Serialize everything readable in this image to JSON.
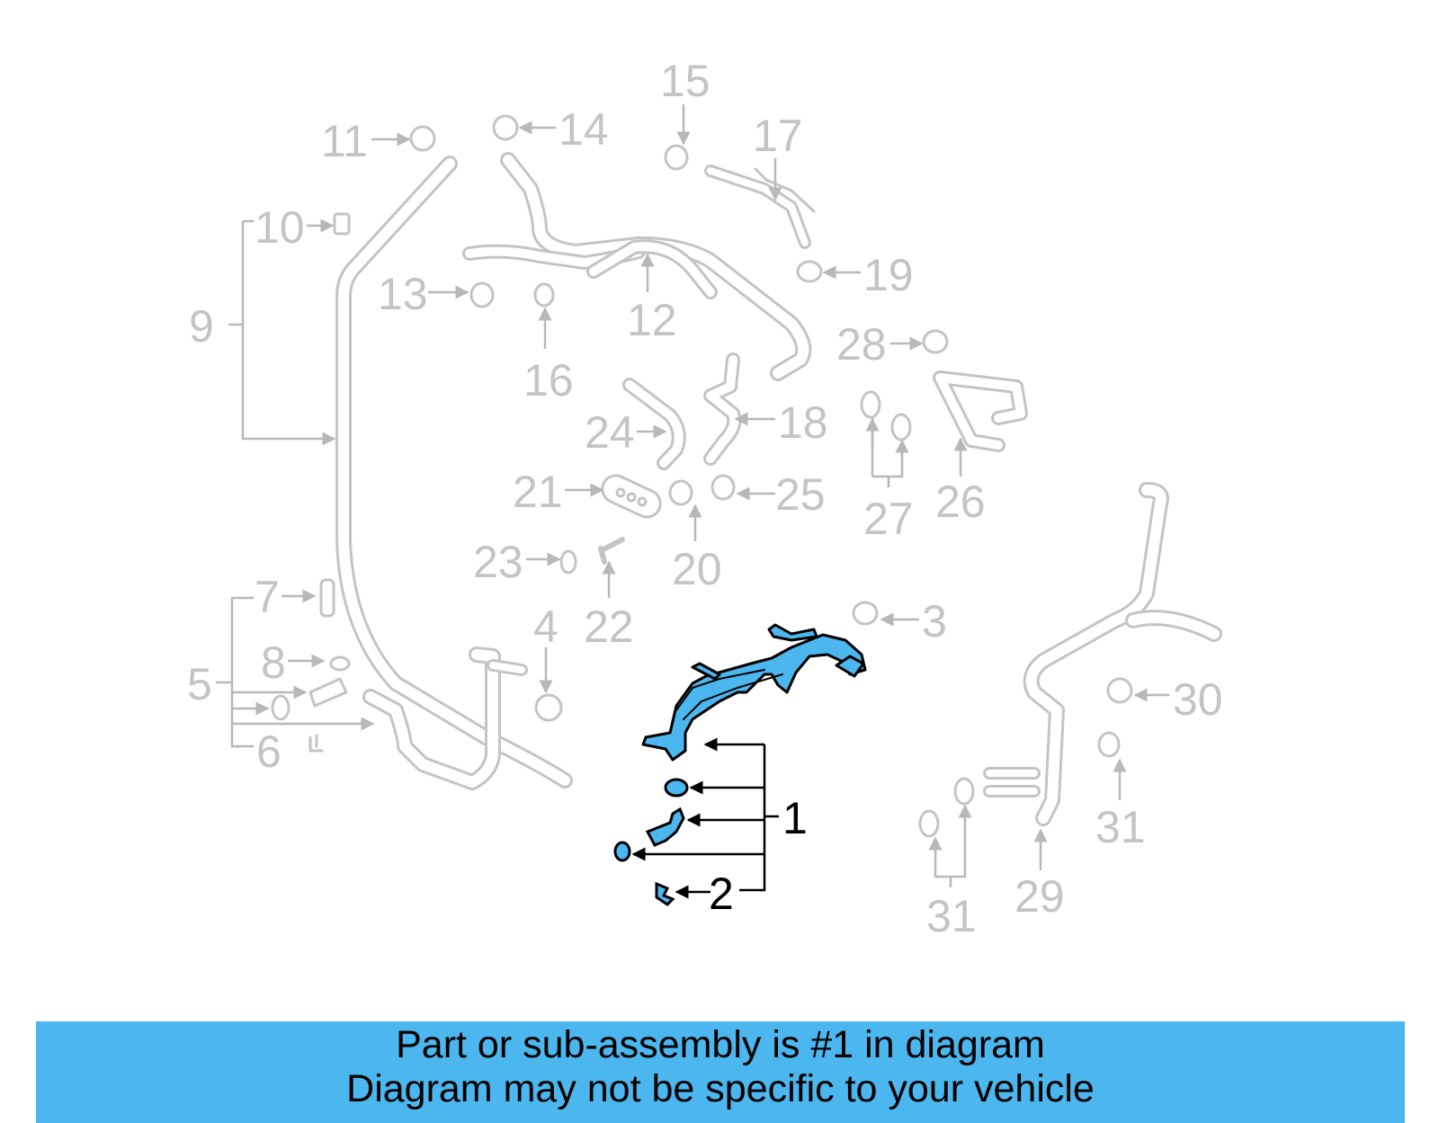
{
  "diagram": {
    "highlight_color": "#4cb6ef",
    "ghost_color": "#c4c4c4",
    "callouts": {
      "c1": "1",
      "c2": "2",
      "c3": "3",
      "c4": "4",
      "c5": "5",
      "c6": "6",
      "c7": "7",
      "c8": "8",
      "c9": "9",
      "c10": "10",
      "c11": "11",
      "c12": "12",
      "c13": "13",
      "c14": "14",
      "c15": "15",
      "c16": "16",
      "c17": "17",
      "c18": "18",
      "c19": "19",
      "c20": "20",
      "c21": "21",
      "c22": "22",
      "c23": "23",
      "c24": "24",
      "c25": "25",
      "c26": "26",
      "c27": "27",
      "c28": "28",
      "c29": "29",
      "c30": "30",
      "c31a": "31",
      "c31b": "31"
    }
  },
  "footer": {
    "background": "#4cb6ef",
    "line1": "Part or sub-assembly is #1 in diagram",
    "line2": "Diagram may not be specific to your vehicle"
  }
}
